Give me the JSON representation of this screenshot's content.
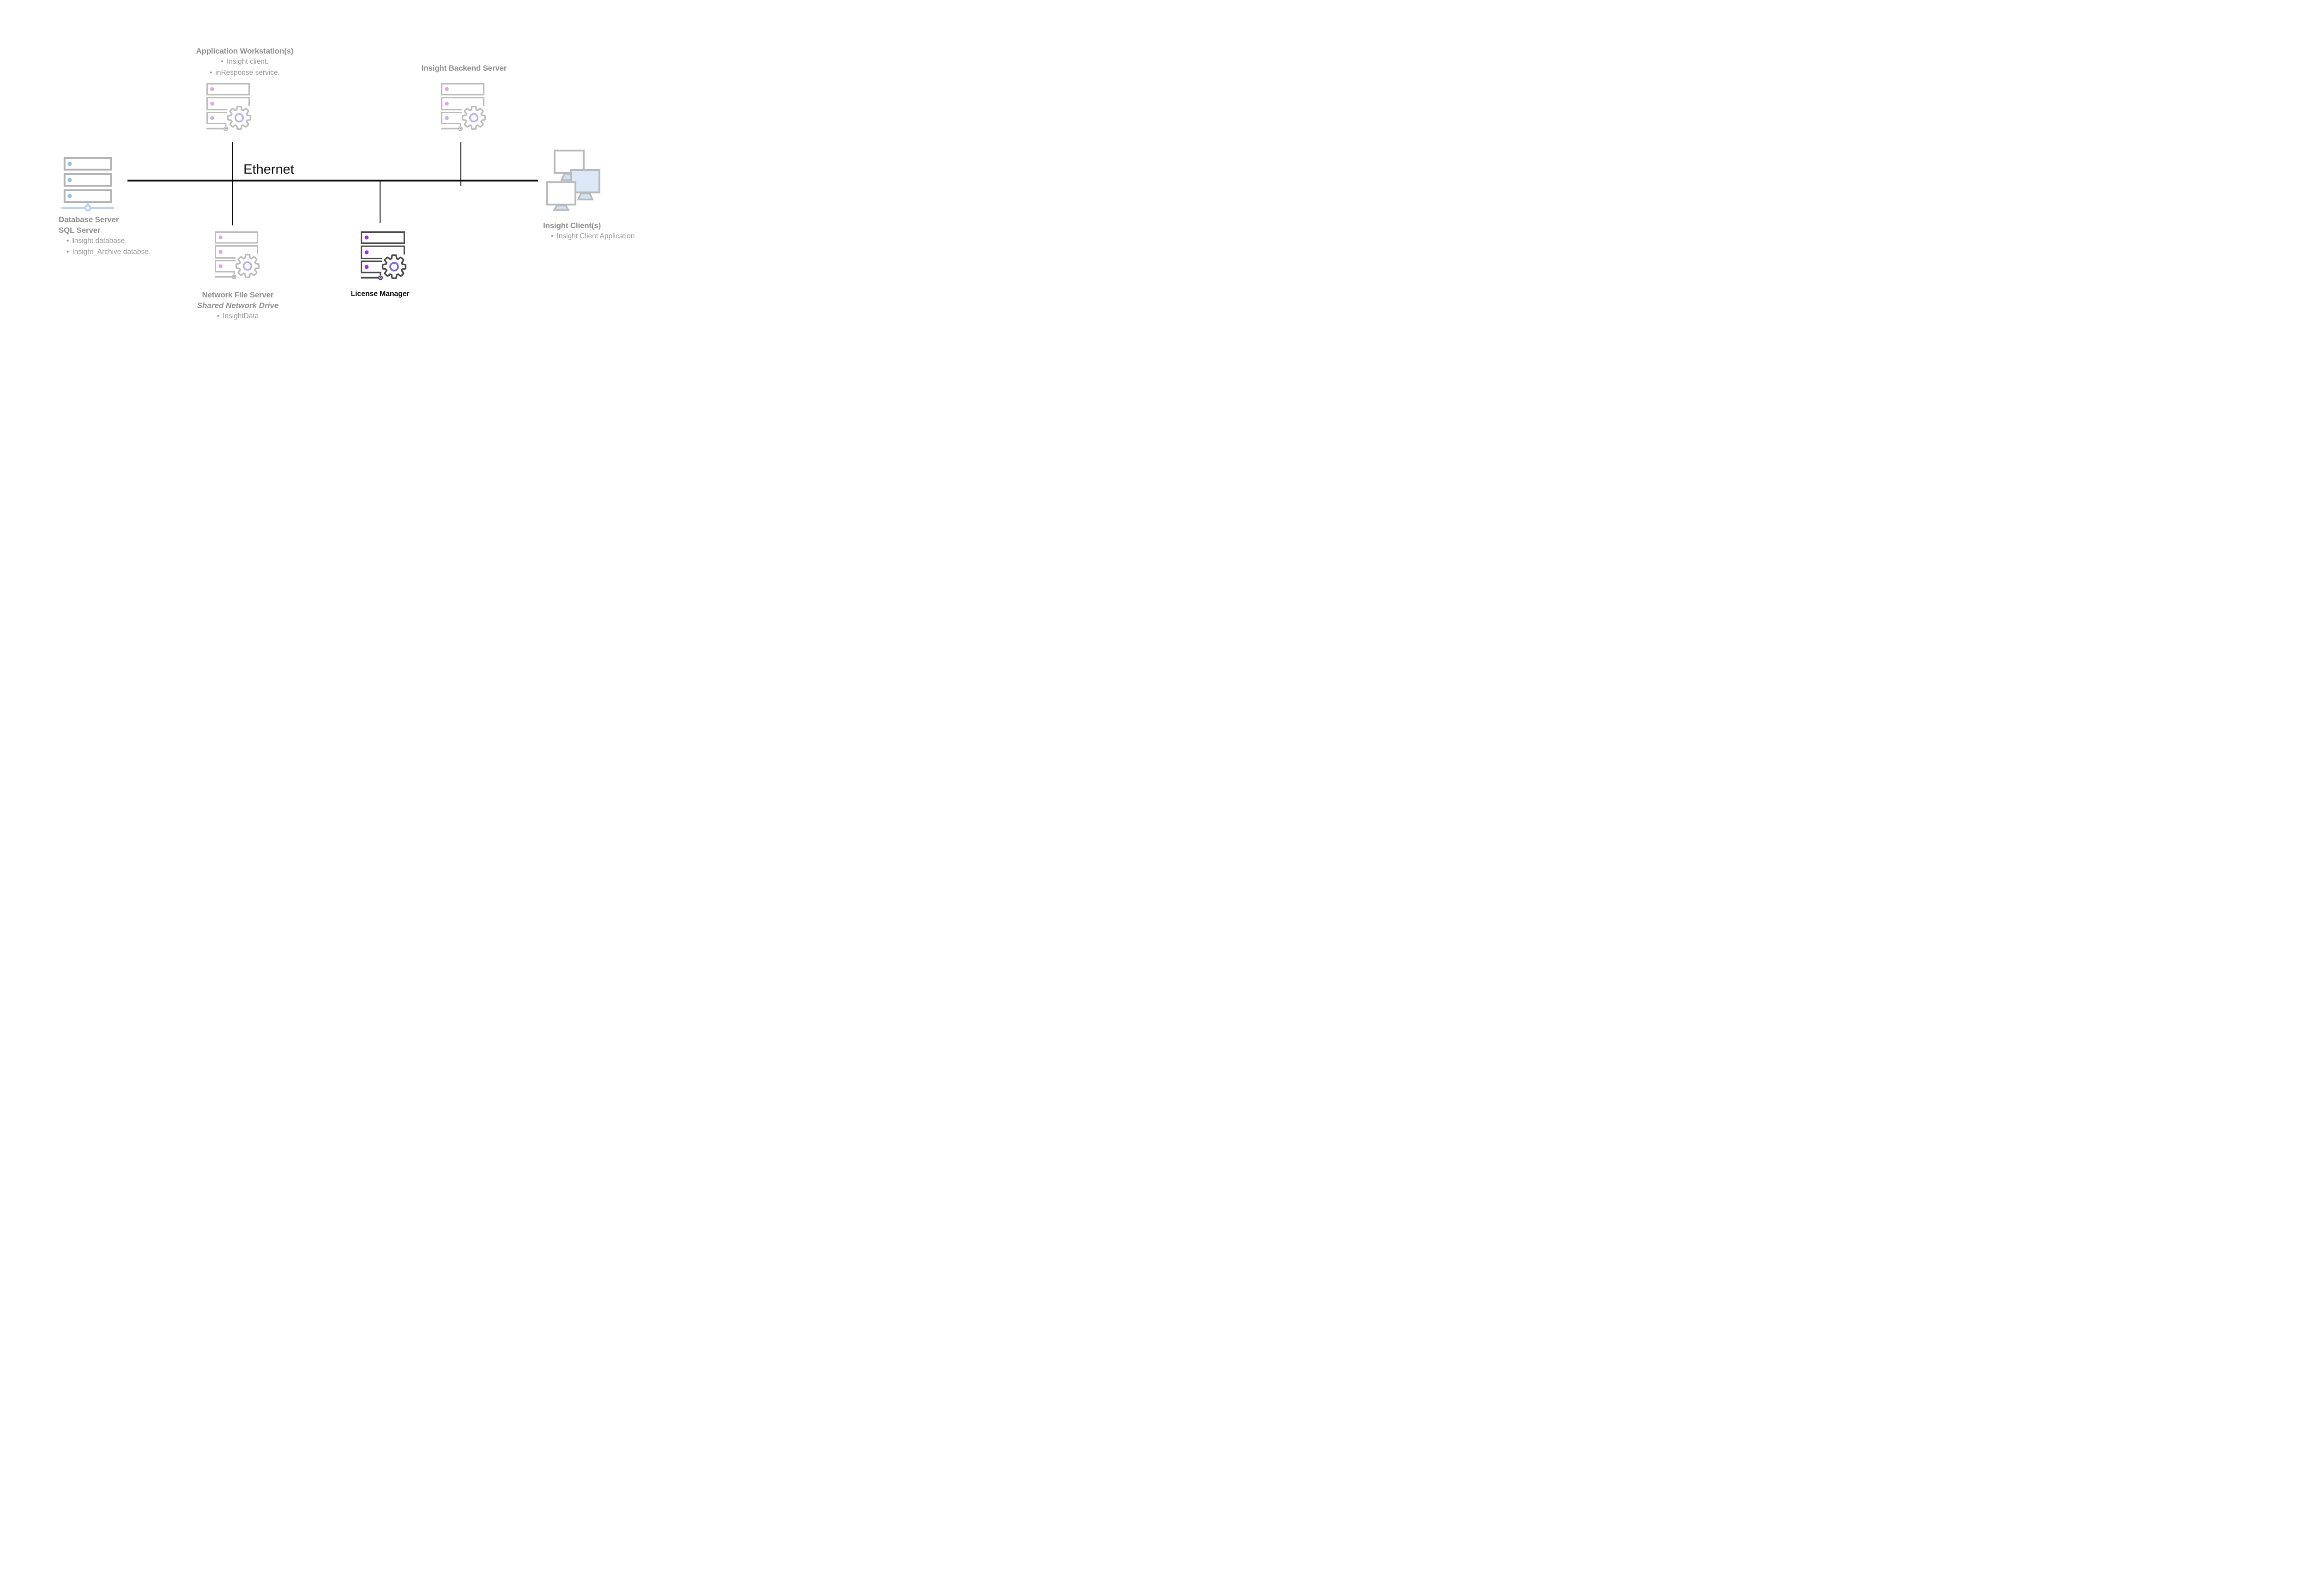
{
  "bullet": "•",
  "palette": {
    "text_gray": "#8f8f8f",
    "body_gray": "#989898",
    "text_dark": "#0c0c0c",
    "line": "#0a0a0a",
    "faded_body": "#bcbcbc",
    "faded_dot": "#d9a6f2",
    "faded_ring": "#b8aff0",
    "faded_node": "#c98fe8",
    "dark_body": "#4a4a4a",
    "dark_dot": "#a428f0",
    "dark_ring": "#7b64e9",
    "dark_node": "#a233ea",
    "db_body": "#b3b3b3",
    "db_dot": "#90bfe9",
    "db_blue": "#bad4f0",
    "mon_body": "#b9b9b9",
    "mon_screen": "#dbe8f8",
    "mon_stand": "#cfe2f6"
  },
  "network": {
    "bus_label": "Ethernet"
  },
  "nodes": {
    "app_workstations": {
      "title": "Application Workstation(s)",
      "items": [
        "Insight client.",
        "inResponse service."
      ]
    },
    "backend_server": {
      "title": "Insight Backend Server"
    },
    "database_server": {
      "title_line1": "Database Server",
      "title_line2": "SQL Server",
      "item1_bold": "I",
      "item1_rest": "nsight database.",
      "item2": "Insight_Archive databse."
    },
    "network_file_server": {
      "title": "Network File Server",
      "subtitle": "Shared Network Drive",
      "items": [
        "InsightData"
      ]
    },
    "license_manager": {
      "title": "License Manager"
    },
    "insight_clients": {
      "title": "Insight Client(s)",
      "items": [
        "Insight Client Application"
      ]
    }
  }
}
